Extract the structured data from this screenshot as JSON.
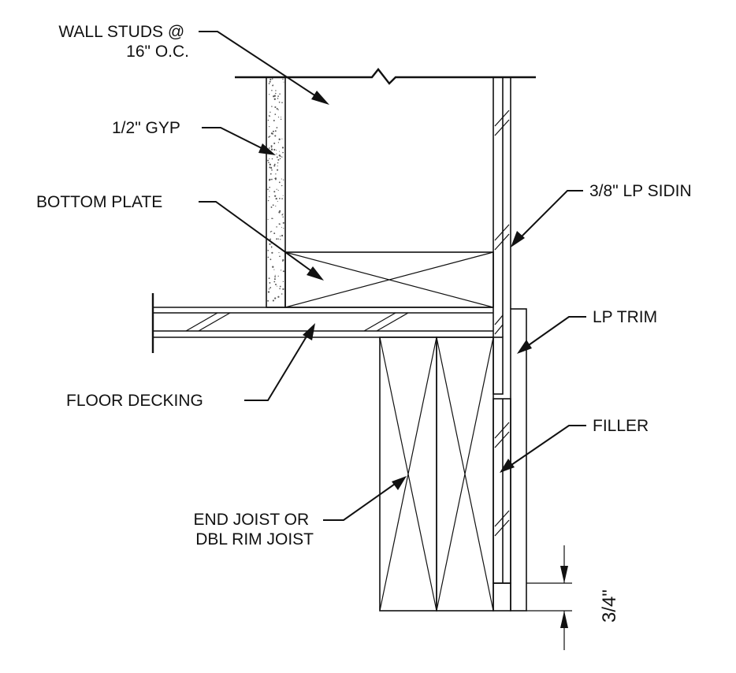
{
  "labels": {
    "wall_studs_line1": "WALL STUDS @",
    "wall_studs_line2": "16\" O.C.",
    "gyp": "1/2\" GYP",
    "bottom_plate": "BOTTOM PLATE",
    "siding": "3/8\" LP SIDIN",
    "lp_trim": "LP TRIM",
    "floor_decking": "FLOOR DECKING",
    "filler": "FILLER",
    "end_joist_line1": "END JOIST OR",
    "end_joist_line2": "DBL RIM JOIST"
  },
  "dimension": {
    "value": "3/4\""
  },
  "colors": {
    "ink": "#111111",
    "background": "#ffffff"
  }
}
